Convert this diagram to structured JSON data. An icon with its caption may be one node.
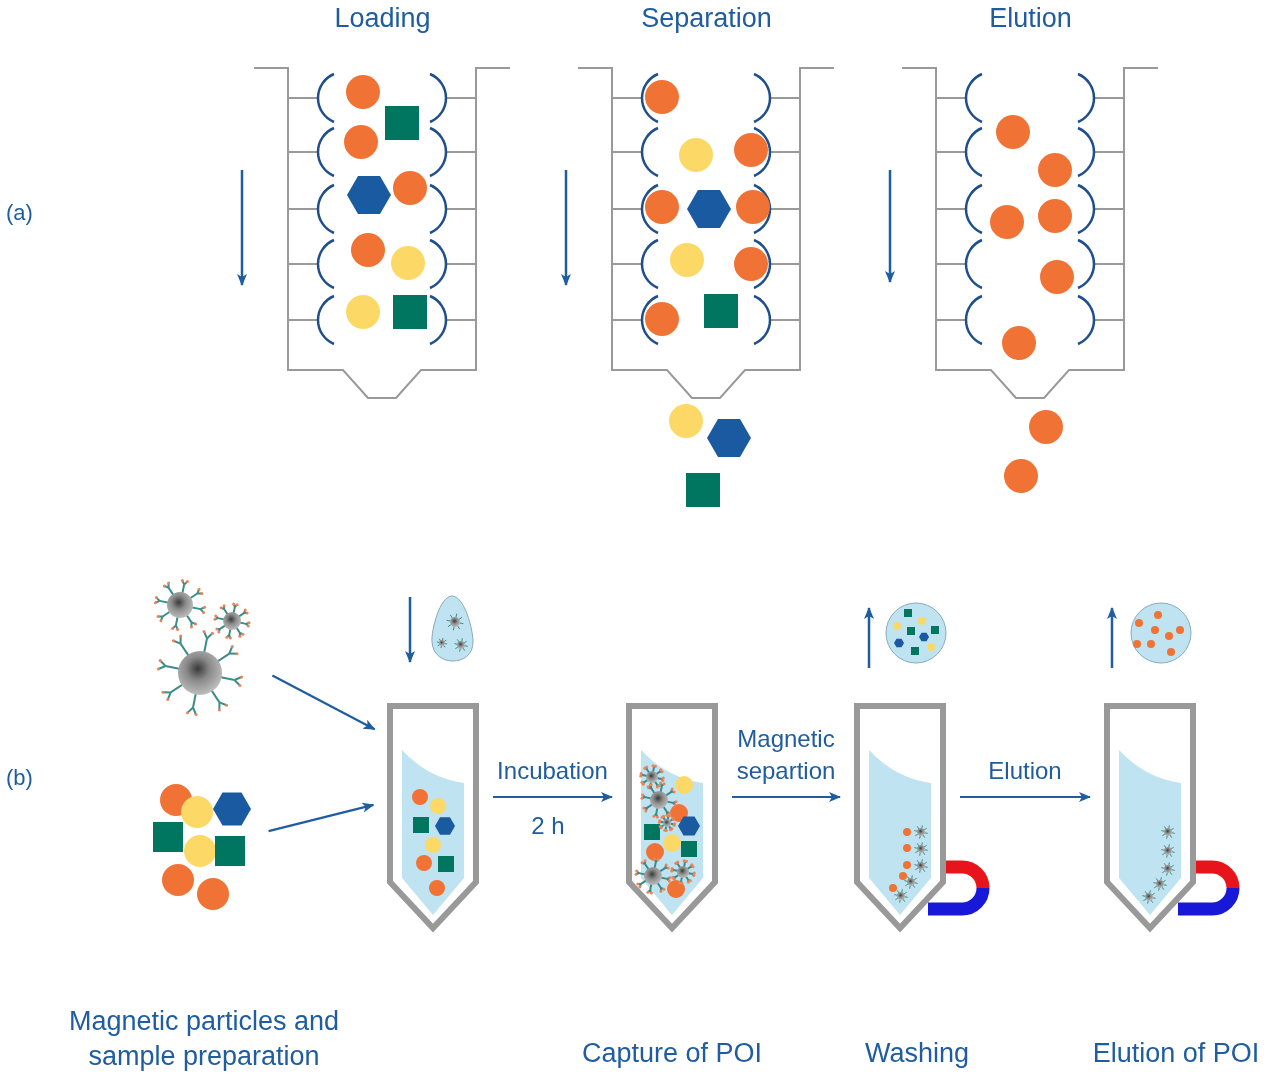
{
  "diagram": {
    "nodes": [
      {
        "text": [
          "Loading"
        ]
      },
      {
        "text": [
          "Separation"
        ]
      },
      {
        "text": [
          "Elution"
        ]
      },
      {
        "text": [],
        "shape": "picture"
      },
      {
        "text": [],
        "shape": "picture"
      },
      {
        "text": [],
        "shape": "picture"
      },
      {
        "text": [],
        "shape": "picture"
      },
      {
        "text": [],
        "shape": "picture"
      },
      {
        "text": [],
        "shape": "picture"
      }
    ],
    "edges": [
      {
        "from": 3,
        "to": 5,
        "arrow": "to"
      },
      {
        "from": 4,
        "to": 5,
        "arrow": "to"
      },
      {
        "from": 5,
        "to": 6,
        "arrow": "to",
        "label": "Incubation"
      },
      {
        "from": 6,
        "to": 7,
        "arrow": "to",
        "label": "Magnetic separtion"
      },
      {
        "from": 7,
        "to": 8,
        "arrow": "to",
        "label": "Elution"
      }
    ],
    "labels": [
      "(a)",
      "(b)",
      "2 h",
      "Magnetic particles and sample preparation",
      "Capture of POI",
      "Washing",
      "Elution of POI"
    ]
  }
}
